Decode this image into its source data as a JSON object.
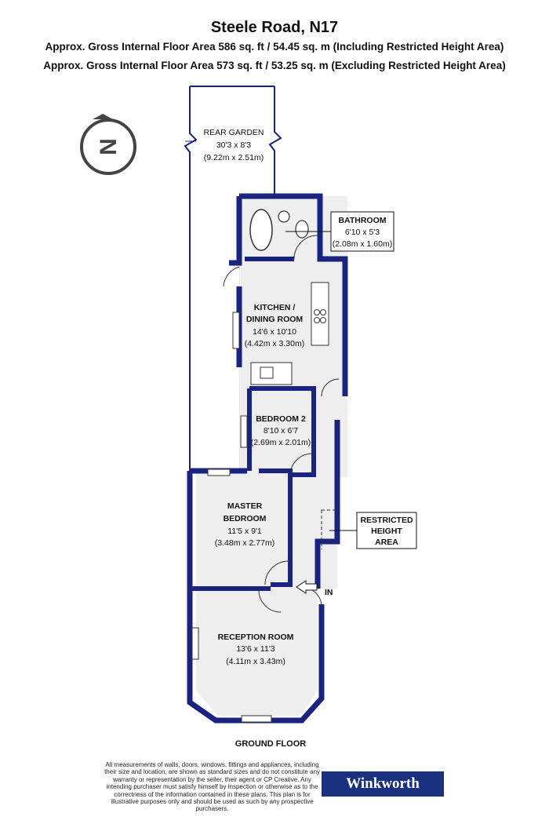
{
  "header": {
    "title": "Steele Road, N17",
    "area_including": "Approx. Gross Internal Floor Area 586 sq. ft / 54.45 sq. m (Including Restricted Height Area)",
    "area_excluding": "Approx. Gross Internal Floor Area 573 sq. ft / 53.25 sq. m (Excluding Restricted Height Area)"
  },
  "compass": {
    "letter": "N"
  },
  "rooms": {
    "rear_garden": {
      "name": "REAR GARDEN",
      "imperial": "30'3 x 8'3",
      "metric": "(9.22m x 2.51m)"
    },
    "bathroom": {
      "name": "BATHROOM",
      "imperial": "6'10 x 5'3",
      "metric": "(2.08m x 1.60m)"
    },
    "kitchen": {
      "name_line1": "KITCHEN /",
      "name_line2": "DINING ROOM",
      "imperial": "14'6 x 10'10",
      "metric": "(4.42m x 3.30m)"
    },
    "bedroom2": {
      "name": "BEDROOM 2",
      "imperial": "8'10 x 6'7",
      "metric": "(2.69m x 2.01m)"
    },
    "master_bedroom": {
      "name_line1": "MASTER",
      "name_line2": "BEDROOM",
      "imperial": "11'5 x 9'1",
      "metric": "(3.48m x 2.77m)"
    },
    "reception": {
      "name": "RECEPTION ROOM",
      "imperial": "13'6 x 11'3",
      "metric": "(4.11m x 3.43m)"
    }
  },
  "restricted": {
    "line1": "RESTRICTED",
    "line2": "HEIGHT",
    "line3": "AREA"
  },
  "entrance": {
    "label": "IN"
  },
  "floor_label": "GROUND FLOOR",
  "disclaimer": "All measurements of walls, doors, windows, fittings and appliances, including their size and location, are shown as standard sizes and do not constitute any warranty or representation by the seller, their agent or CP Creative. Any intending purchaser must satisfy himself by inspection or otherwise as to the correctness of the information contained in these plans. This plan is for illustrative purposes only and should be used as such by any prospective purchasers.",
  "brand": {
    "name": "Winkworth",
    "color": "#1a3180"
  },
  "colors": {
    "wall": "#1a237e",
    "floor": "#eeeeef"
  }
}
